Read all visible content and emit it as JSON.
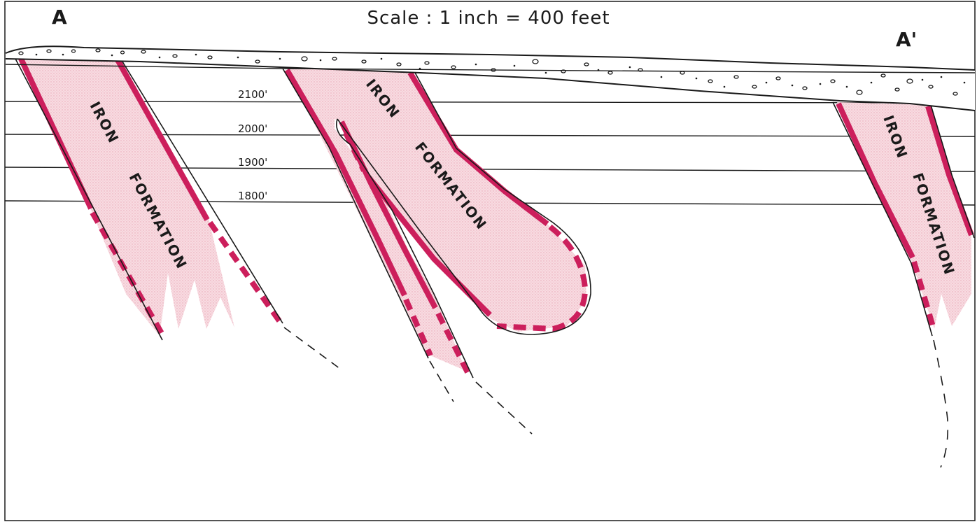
{
  "section": {
    "label_left": "A",
    "label_right": "A'",
    "scale_text": "Scale : 1 inch = 400 feet"
  },
  "elevations": [
    "2100'",
    "2000'",
    "1900'",
    "1800'"
  ],
  "formations": [
    {
      "line1": "IRON",
      "line2": "FORMATION"
    },
    {
      "line1": "IRON",
      "line2": "FORMATION"
    },
    {
      "line1": "IRON",
      "line2": "FORMATION"
    }
  ],
  "colors": {
    "formation_edge": "#cc1f5c",
    "formation_fill": "#f6d3da",
    "ink": "#1a1a1a",
    "background": "#ffffff"
  }
}
